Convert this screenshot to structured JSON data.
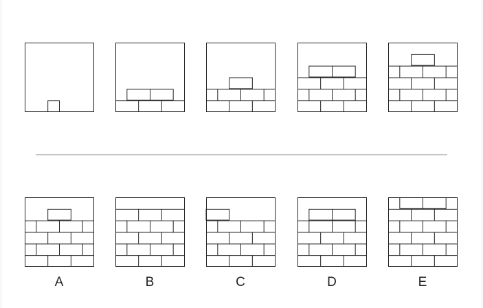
{
  "question": {
    "title": "",
    "sequence": [
      {
        "id": "q1",
        "rows": [
          [
            [
              2,
              3
            ]
          ]
        ]
      },
      {
        "id": "q2",
        "rows": [
          [
            0,
            2,
            4,
            6
          ],
          [
            [
              1,
              3,
              5
            ]
          ]
        ]
      },
      {
        "id": "q3",
        "rows": [
          [
            0,
            2,
            4,
            6
          ],
          [
            0,
            1,
            3,
            5,
            6
          ],
          [
            [
              2,
              4
            ]
          ]
        ]
      },
      {
        "id": "q4",
        "rows": [
          [
            0,
            2,
            4,
            6
          ],
          [
            0,
            1,
            3,
            5,
            6
          ],
          [
            0,
            2,
            4,
            6
          ],
          [
            [
              1,
              3,
              5
            ]
          ]
        ]
      },
      {
        "id": "q5",
        "rows": [
          [
            0,
            2,
            4,
            6
          ],
          [
            0,
            1,
            3,
            5,
            6
          ],
          [
            0,
            2,
            4,
            6
          ],
          [
            0,
            1,
            3,
            5,
            6
          ],
          [
            [
              2,
              4
            ]
          ]
        ]
      }
    ]
  },
  "options": [
    {
      "label": "A",
      "rows": [
        [
          0,
          2,
          4,
          6
        ],
        [
          0,
          1,
          3,
          5,
          6
        ],
        [
          0,
          2,
          4,
          6
        ],
        [
          0,
          1,
          3,
          5,
          6
        ],
        [
          [
            2,
            4
          ]
        ]
      ]
    },
    {
      "label": "B",
      "rows": [
        [
          0,
          2,
          4,
          6
        ],
        [
          0,
          1,
          3,
          5,
          6
        ],
        [
          0,
          2,
          4,
          6
        ],
        [
          0,
          1,
          3,
          5,
          6
        ],
        [
          0,
          2,
          4,
          6
        ]
      ]
    },
    {
      "label": "C",
      "rows": [
        [
          0,
          2,
          4,
          6
        ],
        [
          0,
          1,
          3,
          5,
          6
        ],
        [
          0,
          2,
          4,
          6
        ],
        [
          0,
          1,
          3,
          5,
          6
        ],
        [
          [
            0,
            2
          ]
        ]
      ]
    },
    {
      "label": "D",
      "rows": [
        [
          0,
          2,
          4,
          6
        ],
        [
          0,
          1,
          3,
          5,
          6
        ],
        [
          0,
          2,
          4,
          6
        ],
        [
          0,
          1,
          3,
          5,
          6
        ],
        [
          [
            1,
            3,
            5
          ]
        ]
      ]
    },
    {
      "label": "E",
      "rows": [
        [
          0,
          2,
          4,
          6
        ],
        [
          0,
          1,
          3,
          5,
          6
        ],
        [
          0,
          2,
          4,
          6
        ],
        [
          0,
          1,
          3,
          5,
          6
        ],
        [
          0,
          2,
          4,
          6
        ],
        [
          [
            1,
            3,
            5
          ]
        ]
      ]
    }
  ],
  "colors": {
    "stroke": "#222222",
    "divider": "#c4c4c4",
    "background": "#ffffff"
  }
}
